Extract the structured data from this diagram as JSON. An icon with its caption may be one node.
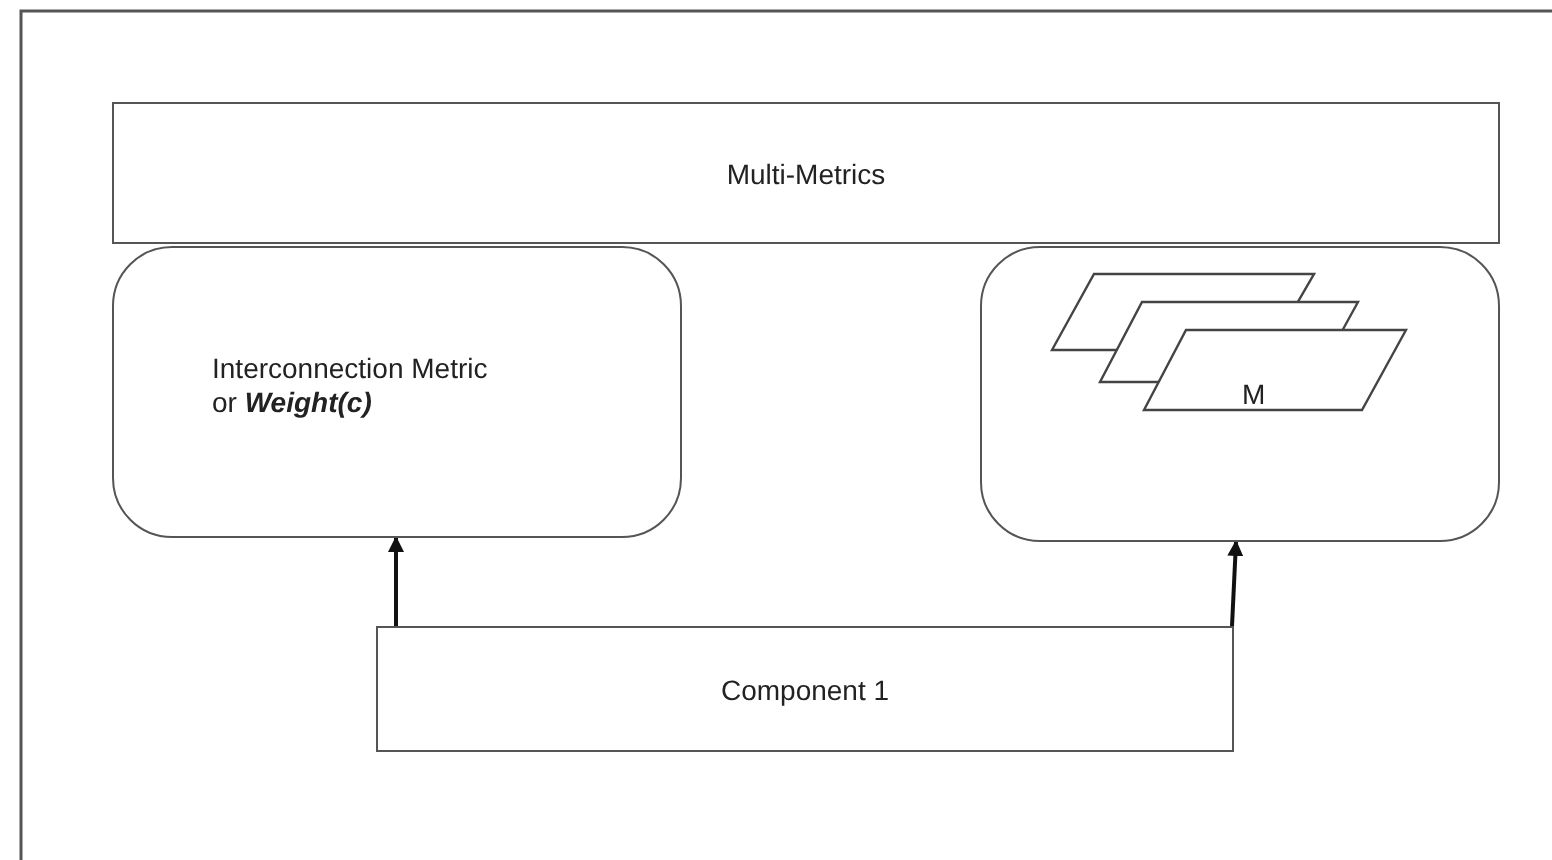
{
  "diagram": {
    "nodes": [
      {
        "text": [
          "Multi-Metrics"
        ]
      },
      {
        "text": [
          "Interconnection Metric or **Weight(c)**"
        ]
      },
      {
        "text": [],
        "shape": "box"
      },
      {
        "text": [],
        "shape": "parallelogram",
        "in": 2
      },
      {
        "text": [],
        "shape": "parallelogram",
        "in": 2
      },
      {
        "text": [
          "M"
        ],
        "in": 2
      },
      {
        "text": [
          "Component 1"
        ]
      }
    ],
    "edges": [
      {
        "from": 6,
        "to": 1,
        "arrow": "to"
      },
      {
        "from": 6,
        "to": 2,
        "arrow": "to"
      }
    ]
  }
}
